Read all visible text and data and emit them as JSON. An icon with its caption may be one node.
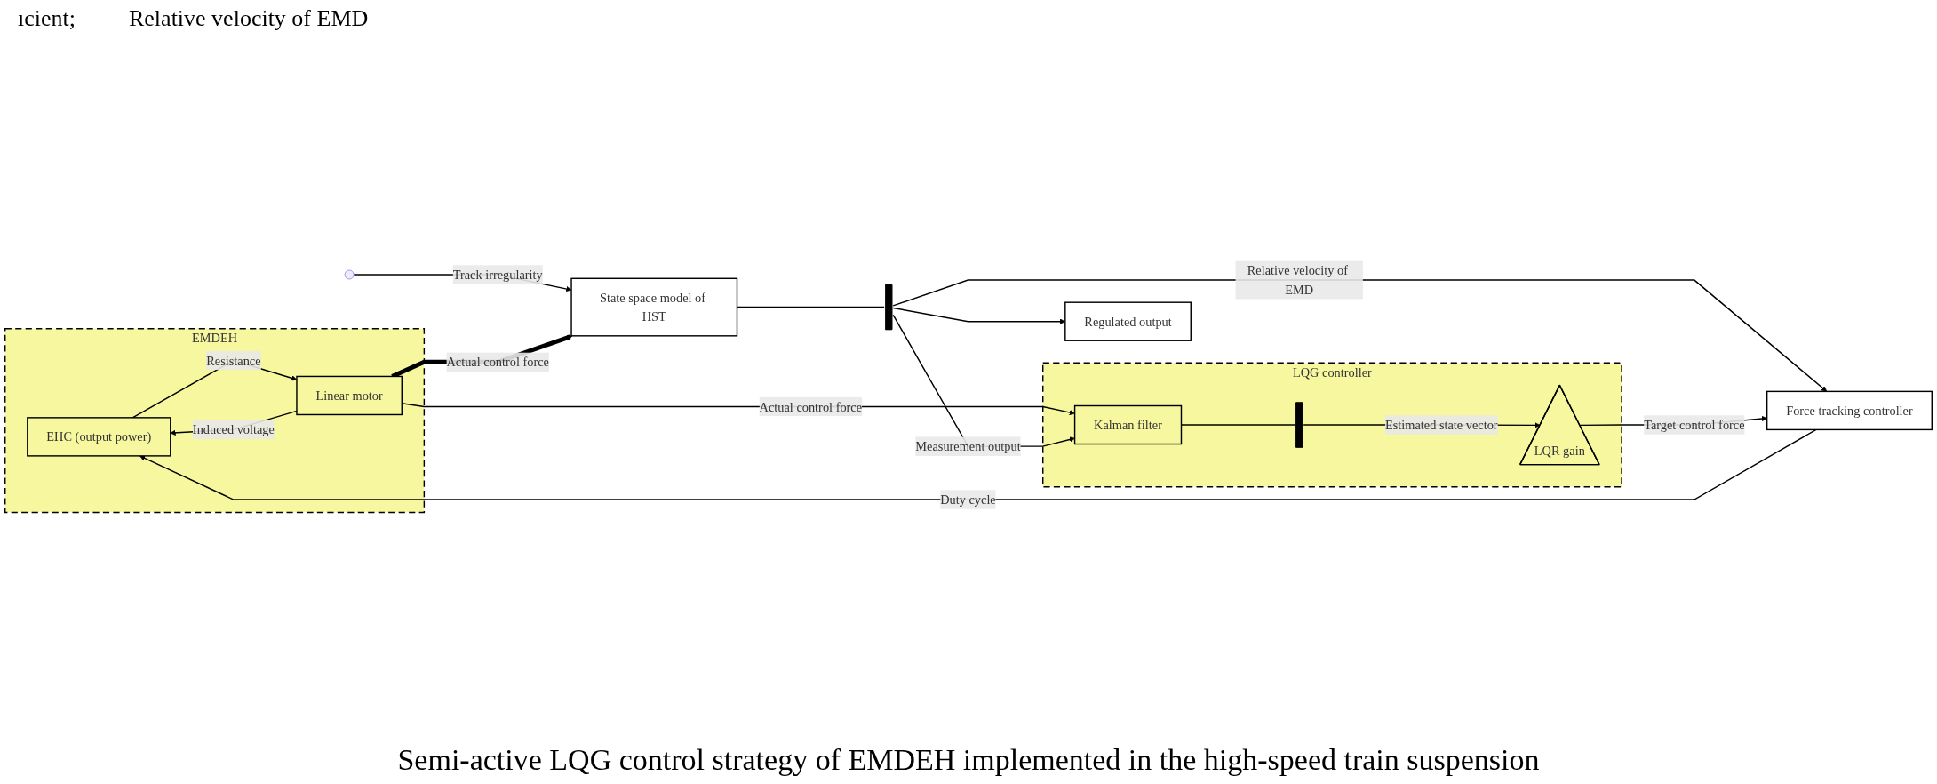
{
  "diagram": {
    "caption": "Semi-active LQG control strategy of EMDEH implemented in the high-speed train suspension",
    "nodes": [
      {
        "text": [
          "EMDEH"
        ]
      },
      {
        "text": [
          "EHC (output power)"
        ],
        "in": 0
      },
      {
        "text": [
          "Linear motor"
        ],
        "in": 0
      },
      {
        "text": [
          "State space model of HST"
        ]
      },
      {
        "text": [],
        "shape": "bar"
      },
      {
        "text": [
          "Regulated output"
        ]
      },
      {
        "text": [
          "LQG controller"
        ]
      },
      {
        "text": [
          "LQR gain"
        ],
        "in": 6
      },
      {
        "text": [],
        "shape": "bar",
        "in": 6
      },
      {
        "text": [
          "Kalman filter"
        ],
        "in": 6
      },
      {
        "text": [
          "Force tracking controller"
        ]
      }
    ],
    "edges": [
      {
        "from": 1,
        "to": 2,
        "arrow": "to",
        "label": "Resistance"
      },
      {
        "from": 2,
        "to": 1,
        "arrow": "to",
        "label": "Induced voltage"
      },
      {
        "from": null,
        "to": 3,
        "arrow": "to",
        "label": "Track irregularity"
      },
      {
        "from": 2,
        "to": 3,
        "arrow": "to",
        "label": "Actual control force",
        "style": "thick"
      },
      {
        "from": 3,
        "to": 4,
        "arrow": "none"
      },
      {
        "from": 4,
        "to": 5,
        "arrow": "to"
      },
      {
        "from": 2,
        "to": 9,
        "arrow": "to",
        "label": "Actual control force"
      },
      {
        "from": 4,
        "to": 9,
        "arrow": "to",
        "label": "Measurement output"
      },
      {
        "from": 4,
        "to": 10,
        "arrow": "to",
        "label": "Relative velocity of EMD"
      },
      {
        "from": 9,
        "to": 8,
        "arrow": "none"
      },
      {
        "from": 8,
        "to": 7,
        "arrow": "to",
        "label": "Estimated state vector"
      },
      {
        "from": 7,
        "to": 10,
        "arrow": "to",
        "label": "Target control force"
      },
      {
        "from": 10,
        "to": 1,
        "arrow": "to",
        "label": "Duty cycle"
      }
    ],
    "labels": [
      "ıcient;",
      "Relative velocity of EMD"
    ]
  }
}
